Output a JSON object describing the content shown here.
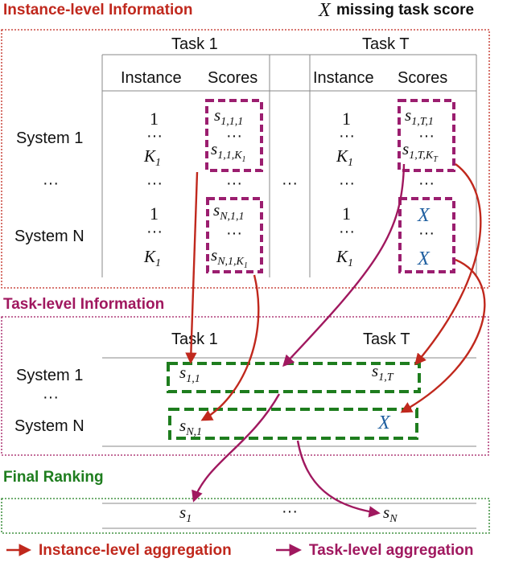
{
  "header": {
    "instance_title": "Instance-level Information",
    "missing_symbol": "X",
    "missing_legend": "missing task score"
  },
  "instance": {
    "task_first": "Task 1",
    "task_last": "Task T",
    "col_instance": "Instance",
    "col_scores": "Scores",
    "system_first": "System 1",
    "system_last": "System N",
    "dots": "···",
    "one": "1",
    "k": "K",
    "k_sub": "1",
    "s": "s",
    "s111_sub": "1,1,1",
    "s11K_sub": "1,1,K",
    "s11K_subsub": "1",
    "s1T1_sub": "1,T,1",
    "s1TK_sub": "1,T,K",
    "s1TK_subsub": "T",
    "sN11_sub": "N,1,1",
    "sN1K_sub": "N,1,K",
    "sN1K_subsub": "1",
    "x": "X"
  },
  "task_level": {
    "title": "Task-level Information",
    "task_first": "Task 1",
    "task_last": "Task T",
    "system_first": "System 1",
    "system_last": "System N",
    "dots": "···",
    "s": "s",
    "s11_sub": "1,1",
    "s1T_sub": "1,T",
    "sN1_sub": "N,1",
    "x": "X"
  },
  "final": {
    "title": "Final Ranking",
    "s": "s",
    "s1_sub": "1",
    "sN_sub": "N",
    "dots": "···"
  },
  "legend": {
    "instance_agg": "Instance-level aggregation",
    "task_agg": "Task-level aggregation"
  },
  "colors": {
    "red": "#c0281d",
    "purple": "#a0185f",
    "green": "#1e7d1e",
    "blue": "#1f5fa0"
  }
}
